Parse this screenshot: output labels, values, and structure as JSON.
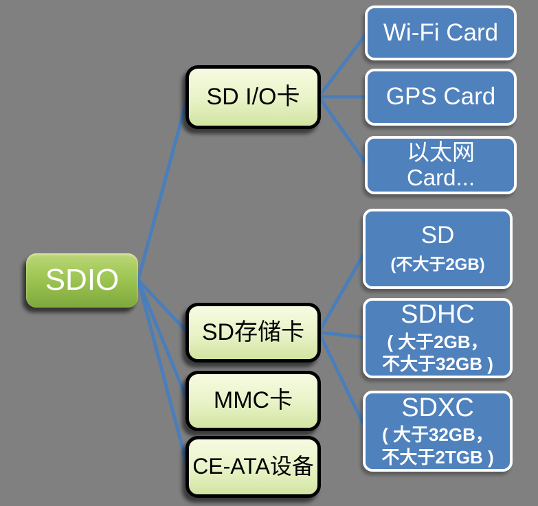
{
  "colors": {
    "background": "#808080",
    "leaf_blue": "#4f81bd",
    "connector_blue": "#4a7ebb",
    "root_green": "#9ec653",
    "branch_green_light": "#eef6d2",
    "leaf_border": "#ffffff",
    "branch_border": "#000000"
  },
  "nodes": {
    "sdio": {
      "label": "SDIO"
    },
    "sd_io_card": {
      "label": "SD I/O卡"
    },
    "sd_storage_card": {
      "label": "SD存储卡"
    },
    "mmc_card": {
      "label": "MMC卡"
    },
    "ce_ata_device": {
      "label": "CE-ATA设备"
    },
    "wifi_card": {
      "label": "Wi-Fi Card"
    },
    "gps_card": {
      "label": "GPS Card"
    },
    "ethernet_card": {
      "label_line1": "以太网",
      "label_line2": "Card..."
    },
    "sd_card": {
      "label": "SD",
      "note": "(不大于2GB)"
    },
    "sdhc_card": {
      "label": "SDHC",
      "note_line1": "( 大于2GB，",
      "note_line2": "不大于32GB )"
    },
    "sdxc_card": {
      "label": "SDXC",
      "note_line1": "( 大于32GB，",
      "note_line2": "不大于2TGB )"
    }
  }
}
